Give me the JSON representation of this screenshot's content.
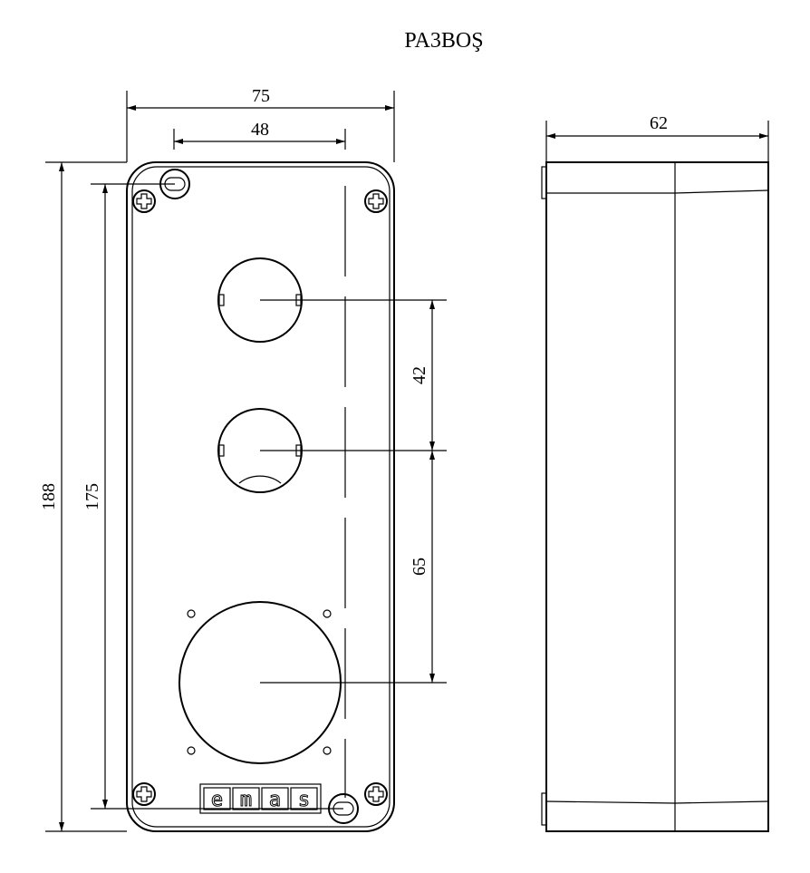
{
  "title": "PA3BOŞ",
  "front_view": {
    "width_overall": "75",
    "hole_spacing_width": "48",
    "height_overall": "188",
    "mounting_height": "175",
    "spacing_upper": "42",
    "spacing_lower": "65",
    "logo": "emas"
  },
  "side_view": {
    "depth": "62"
  }
}
